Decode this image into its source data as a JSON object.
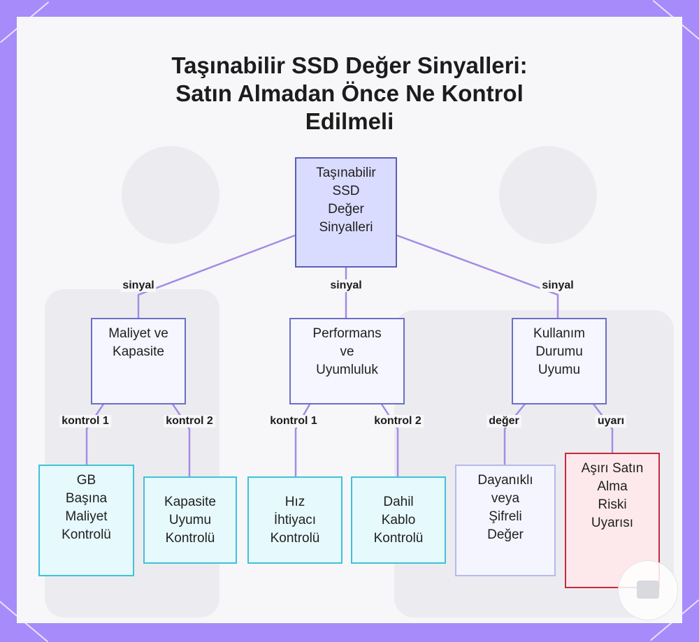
{
  "title_lines": [
    "Taşınabilir SSD Değer Sinyalleri:",
    "Satın Almadan Önce Ne Kontrol",
    "Edilmeli"
  ],
  "nodes": {
    "root": "Taşınabilir\nSSD\nDeğer\nSinyalleri",
    "cost": "Maliyet ve\nKapasite",
    "perf": "Performans\nve\nUyumluluk",
    "usage": "Kullanım\nDurumu\nUyumu",
    "gb": "GB\nBaşına\nMaliyet\nKontrolü",
    "capfit": "Kapasite\nUyumu\nKontrolü",
    "speed": "Hız\nİhtiyacı\nKontrolü",
    "cable": "Dahil\nKablo\nKontrolü",
    "durable": "Dayanıklı\nveya\nŞifreli\nDeğer",
    "overbuy": "Aşırı Satın\nAlma\nRiski\nUyarısı"
  },
  "edge_labels": {
    "root_cost": "sinyal",
    "root_perf": "sinyal",
    "root_usage": "sinyal",
    "cost_gb": "kontrol 1",
    "cost_capfit": "kontrol 2",
    "perf_speed": "kontrol 1",
    "perf_cable": "kontrol 2",
    "usage_durable": "değer",
    "usage_overbuy": "uyarı"
  },
  "colors": {
    "edge": "#a48be6",
    "root_fill": "#dadcff",
    "leaf_border": "#3fc2d8",
    "warn_border": "#c8283c",
    "frame": "#a78bfa"
  }
}
